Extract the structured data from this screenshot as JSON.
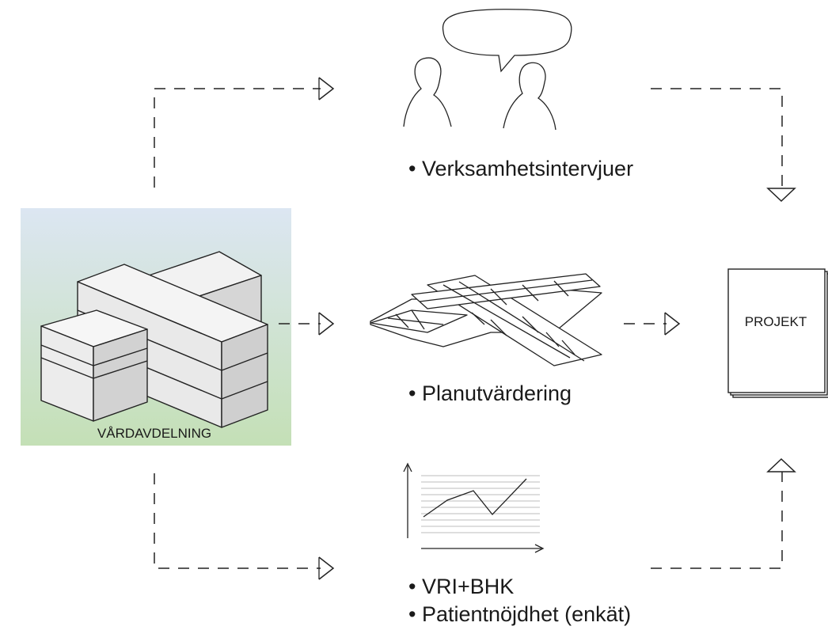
{
  "source": {
    "label": "VÅRDAVDELNING",
    "bg_top": "#dce6f2",
    "bg_bottom": "#c4e0b6"
  },
  "methods": {
    "interviews": "• Verksamhetsintervjuer",
    "plan_evaluation": "• Planutvärdering",
    "survey_line1": "• VRI+BHK",
    "survey_line2": "• Patientnöjdhet (enkät)"
  },
  "target": {
    "label": "PROJEKT"
  }
}
